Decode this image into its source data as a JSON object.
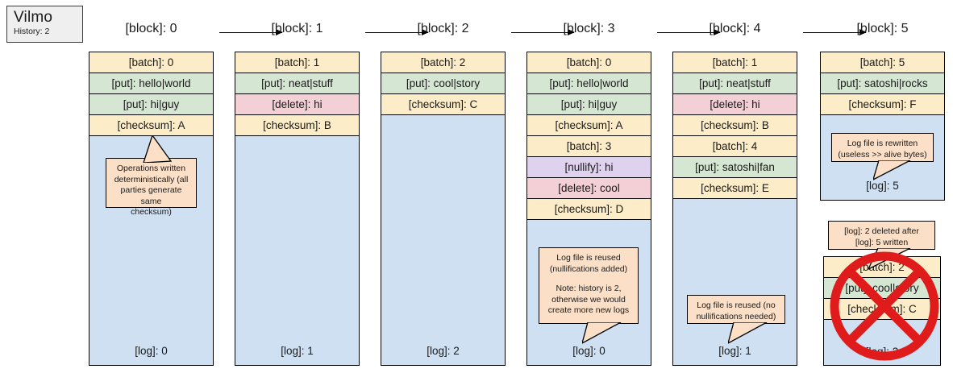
{
  "app": {
    "title": "Vilmo",
    "subtitle": "History: 2"
  },
  "blocks": [
    {
      "header": "[block]: 0",
      "rows": [
        {
          "kind": "batch",
          "text": "[batch]: 0"
        },
        {
          "kind": "put",
          "text": "[put]: hello|world"
        },
        {
          "kind": "put",
          "text": "[put]: hi|guy"
        },
        {
          "kind": "checksum",
          "text": "[checksum]: A"
        }
      ],
      "log": "[log]: 0"
    },
    {
      "header": "[block]: 1",
      "rows": [
        {
          "kind": "batch",
          "text": "[batch]: 1"
        },
        {
          "kind": "put",
          "text": "[put]: neat|stuff"
        },
        {
          "kind": "delete",
          "text": "[delete]: hi"
        },
        {
          "kind": "checksum",
          "text": "[checksum]: B"
        }
      ],
      "log": "[log]: 1"
    },
    {
      "header": "[block]: 2",
      "rows": [
        {
          "kind": "batch",
          "text": "[batch]: 2"
        },
        {
          "kind": "put",
          "text": "[put]: cool|story"
        },
        {
          "kind": "checksum",
          "text": "[checksum]: C"
        }
      ],
      "log": "[log]: 2"
    },
    {
      "header": "[block]: 3",
      "rows": [
        {
          "kind": "batch",
          "text": "[batch]: 0"
        },
        {
          "kind": "put",
          "text": "[put]: hello|world"
        },
        {
          "kind": "put",
          "text": "[put]: hi|guy"
        },
        {
          "kind": "checksum",
          "text": "[checksum]: A"
        },
        {
          "kind": "batch",
          "text": "[batch]: 3"
        },
        {
          "kind": "nullify",
          "text": "[nullify]: hi"
        },
        {
          "kind": "delete",
          "text": "[delete]: cool"
        },
        {
          "kind": "checksum",
          "text": "[checksum]: D"
        }
      ],
      "log": "[log]: 0"
    },
    {
      "header": "[block]: 4",
      "rows": [
        {
          "kind": "batch",
          "text": "[batch]: 1"
        },
        {
          "kind": "put",
          "text": "[put]: neat|stuff"
        },
        {
          "kind": "delete",
          "text": "[delete]: hi"
        },
        {
          "kind": "checksum",
          "text": "[checksum]: B"
        },
        {
          "kind": "batch",
          "text": "[batch]: 4"
        },
        {
          "kind": "put",
          "text": "[put]: satoshi|fan"
        },
        {
          "kind": "checksum",
          "text": "[checksum]: E"
        }
      ],
      "log": "[log]: 1"
    },
    {
      "header": "[block]: 5",
      "rows": [
        {
          "kind": "batch",
          "text": "[batch]: 5"
        },
        {
          "kind": "put",
          "text": "[put]: satoshi|rocks"
        },
        {
          "kind": "checksum",
          "text": "[checksum]: F"
        }
      ],
      "log": "[log]: 5"
    }
  ],
  "deleted_block": {
    "rows": [
      {
        "kind": "batch",
        "text": "[batch]: 2"
      },
      {
        "kind": "put",
        "text": "[put]: cool|story"
      },
      {
        "kind": "checksum",
        "text": "[checksum]: C"
      }
    ],
    "log": "[log]: 2"
  },
  "callouts": {
    "c0_line1": "Operations written",
    "c0_line2": "deterministically (all",
    "c0_line3": "parties generate same",
    "c0_line4": "checksum)",
    "c3_line1": "Log file is reused",
    "c3_line2": "(nullifications added)",
    "c3_line3": "Note: history is 2,",
    "c3_line4": "otherwise we would",
    "c3_line5": "create more new logs",
    "c4_line1": "Log file is reused (no",
    "c4_line2": "nullifications needed)",
    "c5_line1": "Log file is rewritten",
    "c5_line2": "(useless >> alive bytes)",
    "c6_line1": "[log]: 2 deleted after",
    "c6_line2": "[log]: 5 written"
  },
  "colors": {
    "batch": "#fdecc8",
    "put": "#d5e6d2",
    "delete": "#f3cfd6",
    "nullify": "#ded2ef",
    "log_area": "#cfe0f3",
    "callout": "#fbdfc6",
    "cross": "#e01b1b"
  }
}
